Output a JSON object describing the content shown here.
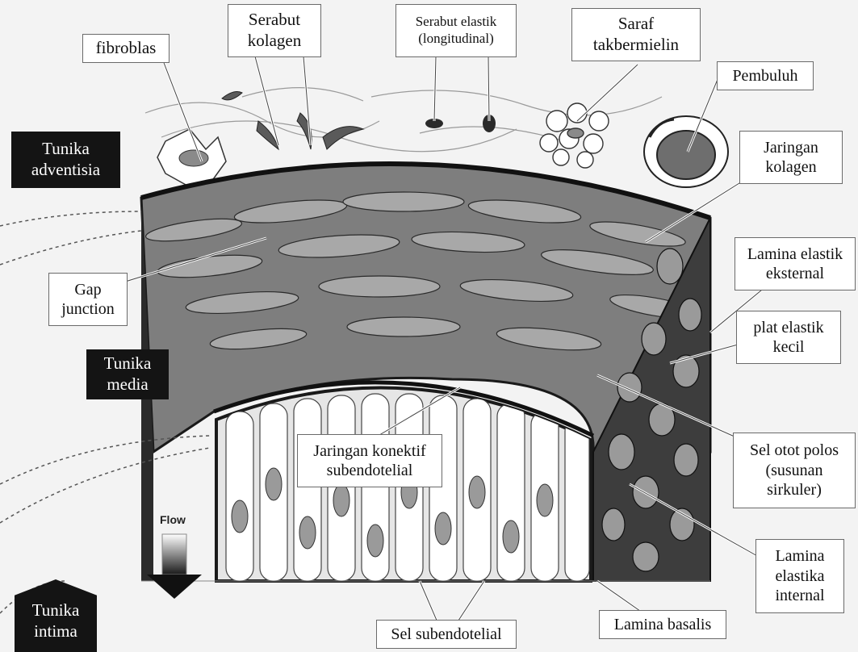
{
  "labels": {
    "fibroblas": "fibroblas",
    "serabut_kolagen": [
      "Serabut",
      "kolagen"
    ],
    "serabut_elastik": [
      "Serabut elastik",
      "(longitudinal)"
    ],
    "saraf": [
      "Saraf",
      "takbermielin"
    ],
    "pembuluh": "Pembuluh",
    "jaringan_kolagen": [
      "Jaringan",
      "kolagen"
    ],
    "lamina_elastik_eksternal": [
      "Lamina elastik",
      "eksternal"
    ],
    "plat_elastik": [
      "plat elastik",
      "kecil"
    ],
    "gap_junction": [
      "Gap",
      "junction"
    ],
    "jaringan_konektif": [
      "Jaringan konektif",
      "subendotelial"
    ],
    "sel_otot": [
      "Sel otot polos",
      "(susunan",
      "sirkuler)"
    ],
    "lamina_elastika_internal": [
      "Lamina",
      "elastika",
      "internal"
    ],
    "lamina_basalis": "Lamina basalis",
    "sel_subendotelial": "Sel subendotelial",
    "flow": "Flow"
  },
  "tunics": {
    "adventisia": [
      "Tunika",
      "adventisia"
    ],
    "media": [
      "Tunika",
      "media"
    ],
    "intima": [
      "Tunika",
      "intima"
    ]
  },
  "colors": {
    "background": "#f3f3f3",
    "media_layer": "#7e7e7e",
    "intima_layer": "#e6e6e6",
    "tunic_box": "#141414",
    "label_box": "#ffffff"
  }
}
